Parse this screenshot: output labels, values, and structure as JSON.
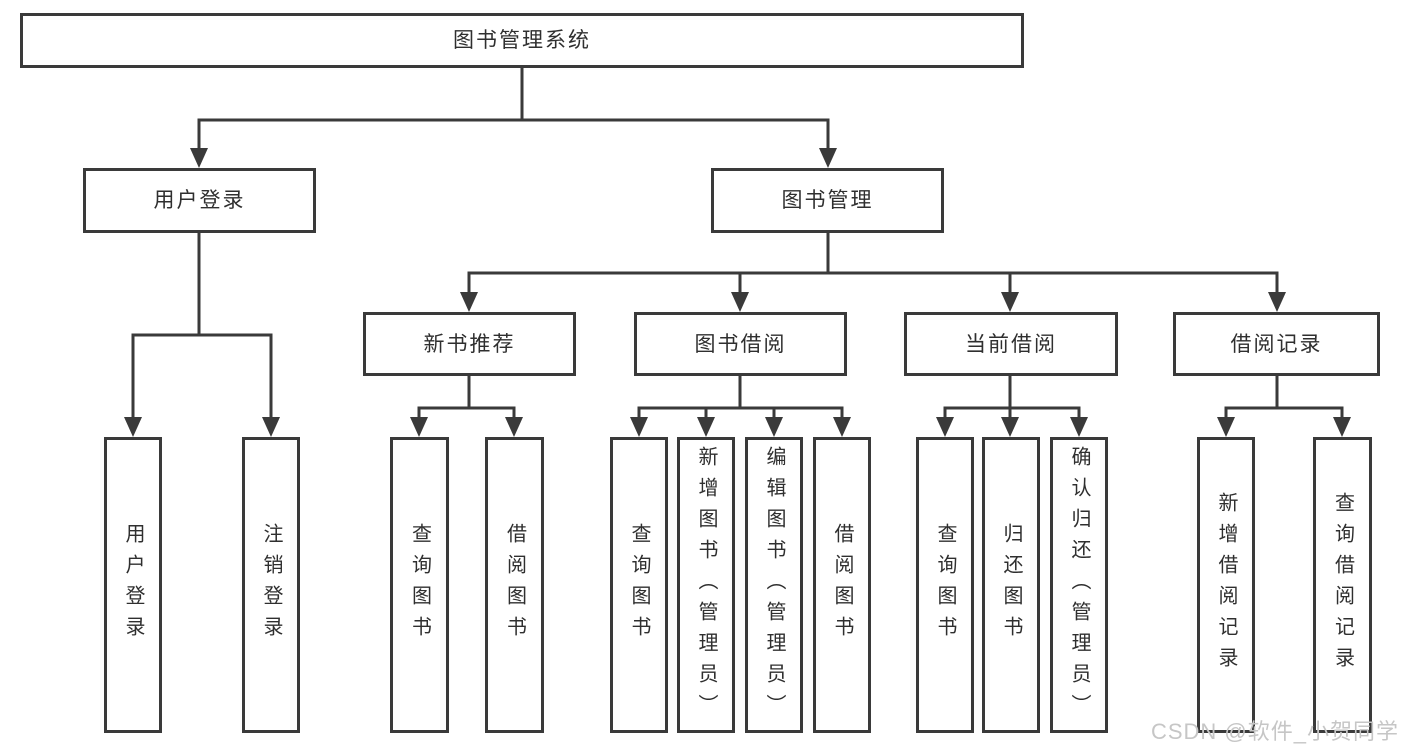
{
  "tree": {
    "root": {
      "label": "图书管理系统"
    },
    "children": [
      {
        "label": "用户登录",
        "children": [
          {
            "label": "用户登录"
          },
          {
            "label": "注销登录"
          }
        ]
      },
      {
        "label": "图书管理",
        "children": [
          {
            "label": "新书推荐",
            "children": [
              {
                "label": "查询图书"
              },
              {
                "label": "借阅图书"
              }
            ]
          },
          {
            "label": "图书借阅",
            "children": [
              {
                "label": "查询图书"
              },
              {
                "label": "新增图书（管理员）"
              },
              {
                "label": "编辑图书（管理员）"
              },
              {
                "label": "借阅图书"
              }
            ]
          },
          {
            "label": "当前借阅",
            "children": [
              {
                "label": "查询图书"
              },
              {
                "label": "归还图书"
              },
              {
                "label": "确认归还（管理员）"
              }
            ]
          },
          {
            "label": "借阅记录",
            "children": [
              {
                "label": "新增借阅记录"
              },
              {
                "label": "查询借阅记录"
              }
            ]
          }
        ]
      }
    ]
  },
  "watermark": {
    "text": "CSDN @软件_小贺同学"
  },
  "colors": {
    "line": "#3a3a3a",
    "text": "#2f2f2f",
    "watermark": "#c6c6c6",
    "background": "#ffffff"
  }
}
